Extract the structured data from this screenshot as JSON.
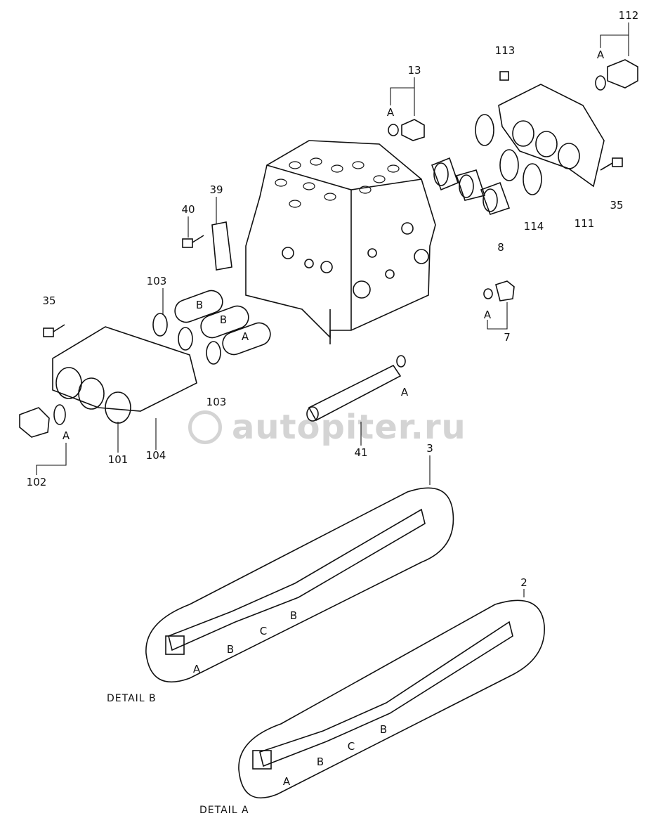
{
  "callouts": {
    "p112": "112",
    "p113": "113",
    "p13": "13",
    "p39": "39",
    "p40": "40",
    "p35a": "35",
    "p35b": "35",
    "p111": "111",
    "p114": "114",
    "p8": "8",
    "p103a": "103",
    "p103b": "103",
    "p7": "7",
    "p41": "41",
    "p101": "101",
    "p104": "104",
    "p102": "102",
    "p3": "3",
    "p2": "2"
  },
  "letters": {
    "a112": "A",
    "a13": "A",
    "a7": "A",
    "a41": "A",
    "a102": "A",
    "capB1": "B",
    "capB2": "B",
    "capA": "A"
  },
  "detail_b": {
    "title": "DETAIL  B",
    "b1": "B",
    "c": "C",
    "b2": "B",
    "a": "A"
  },
  "detail_a": {
    "title": "DETAIL  A",
    "b1": "B",
    "c": "C",
    "b2": "B",
    "a": "A"
  },
  "watermark": "autopiter.ru"
}
